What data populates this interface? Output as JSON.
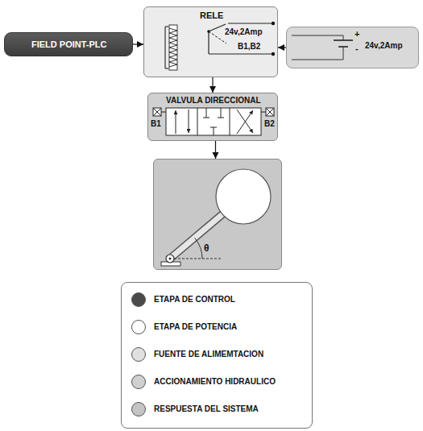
{
  "diagram": {
    "nodes": [
      {
        "text": [
          "FIELD POINT-PLC"
        ]
      },
      {
        "text": [
          "RELE",
          "24v,2Amp",
          "B1,B2"
        ]
      },
      {
        "text": [
          "+",
          "-",
          "24v,2Amp"
        ]
      },
      {
        "text": [
          "VALVULA DIRECCIONAL",
          "B1",
          "B2"
        ]
      },
      {
        "text": [
          "θ"
        ]
      }
    ],
    "edges": [
      {
        "from": 0,
        "to": 1,
        "arrow": "to"
      },
      {
        "from": 2,
        "to": 1,
        "arrow": "to"
      },
      {
        "from": 1,
        "to": 3,
        "arrow": "to"
      },
      {
        "from": 3,
        "to": 4,
        "arrow": "to"
      }
    ],
    "legend": [
      {
        "text": "ETAPA DE CONTROL",
        "color": "#4a4a4a"
      },
      {
        "text": "ETAPA DE POTENCIA",
        "color": "#ffffff"
      },
      {
        "text": "FUENTE DE ALIMEMTACION",
        "color": "#e0e0e0"
      },
      {
        "text": "ACCIONAMIENTO HIDRAULICO",
        "color": "#d0d0d0"
      },
      {
        "text": "RESPUESTA DEL SISTEMA",
        "color": "#c4c4c4"
      }
    ]
  }
}
